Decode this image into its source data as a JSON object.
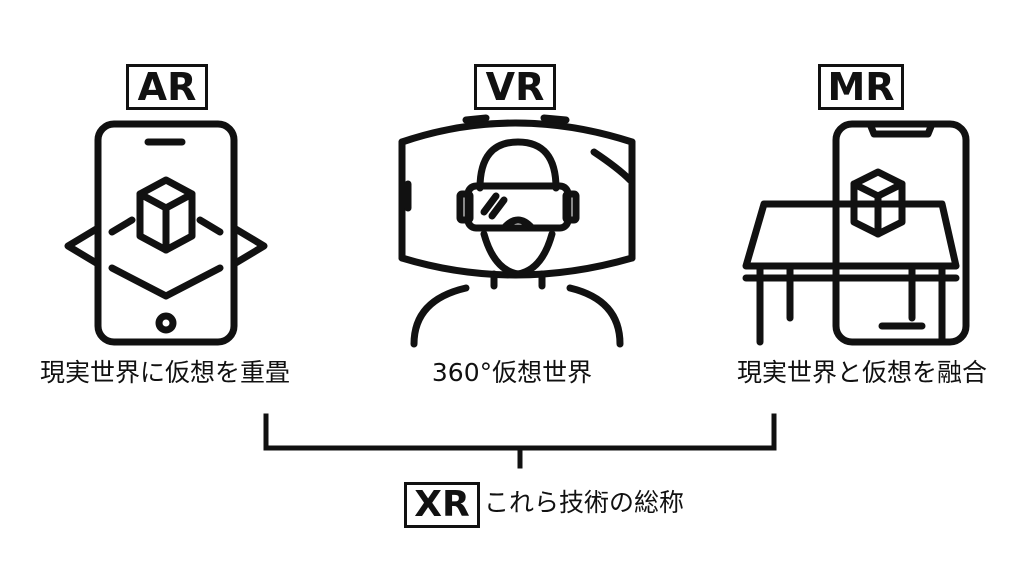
{
  "ar": {
    "label": "AR",
    "caption": "現実世界に仮想を重畳"
  },
  "vr": {
    "label": "VR",
    "caption": "360°仮想世界"
  },
  "mr": {
    "label": "MR",
    "caption": "現実世界と仮想を融合"
  },
  "xr": {
    "label": "XR",
    "caption": "これら技術の総称"
  },
  "icons": {
    "ar": "smartphone-ar-cube-icon",
    "vr": "vr-headset-user-icon",
    "mr": "smartphone-table-cube-icon"
  },
  "colors": {
    "line": "#111111",
    "background": "#ffffff"
  }
}
